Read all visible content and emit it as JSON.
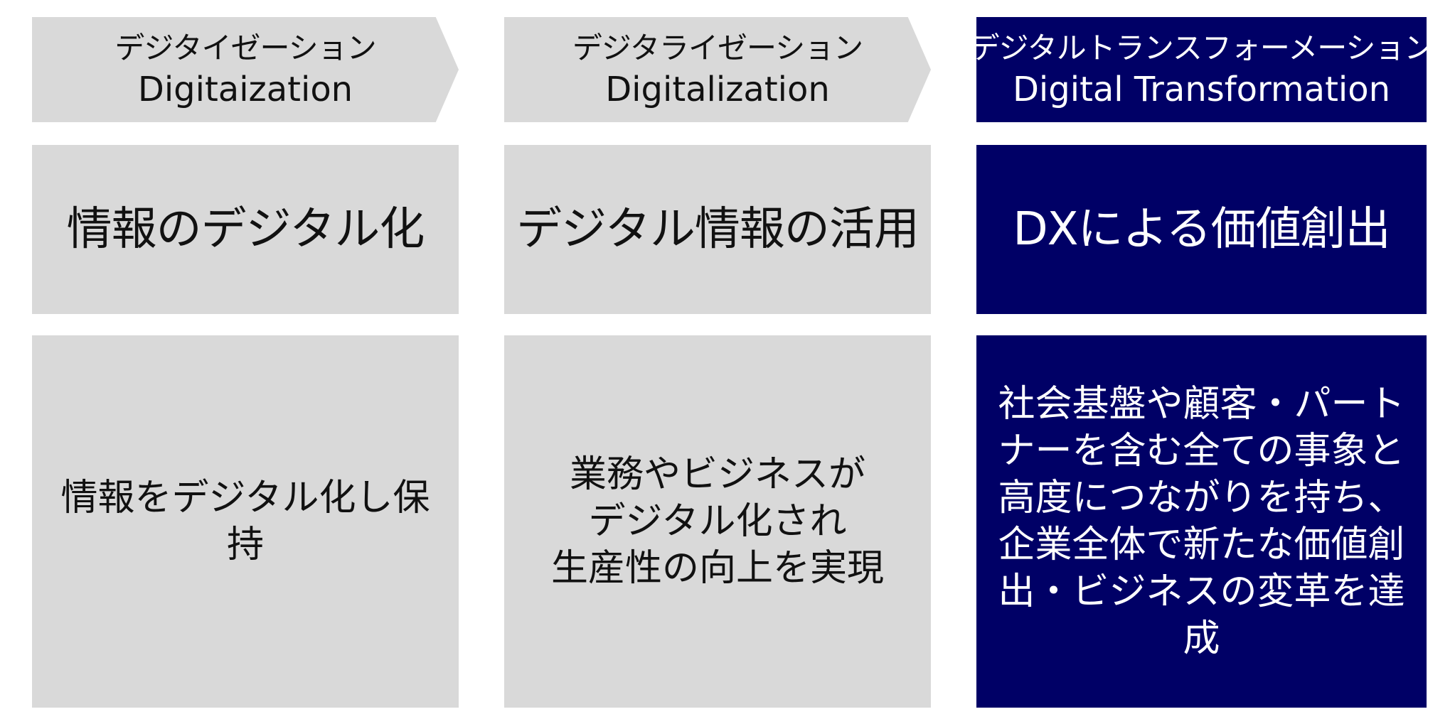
{
  "colors": {
    "stage_fill": "#d9d9d9",
    "dx_fill": "#000066",
    "dark_text": "#111111",
    "light_text": "#ffffff"
  },
  "stages": [
    {
      "header_kana": "デジタイゼーション",
      "header_en": "Digitaization",
      "title": "情報のデジタル化",
      "description": "情報をデジタル化し保持"
    },
    {
      "header_kana": "デジタライゼーション",
      "header_en": "Digitalization",
      "title": "デジタル情報の活用",
      "description": "業務やビジネスが\nデジタル化され\n生産性の向上を実現"
    },
    {
      "header_kana": "デジタルトランスフォーメーション",
      "header_en": "Digital Transformation",
      "title": "DXによる価値創出",
      "description": "社会基盤や顧客・パートナーを含む全ての事象と高度につながりを持ち、企業全体で新たな価値創出・ビジネスの変革を達成"
    }
  ]
}
